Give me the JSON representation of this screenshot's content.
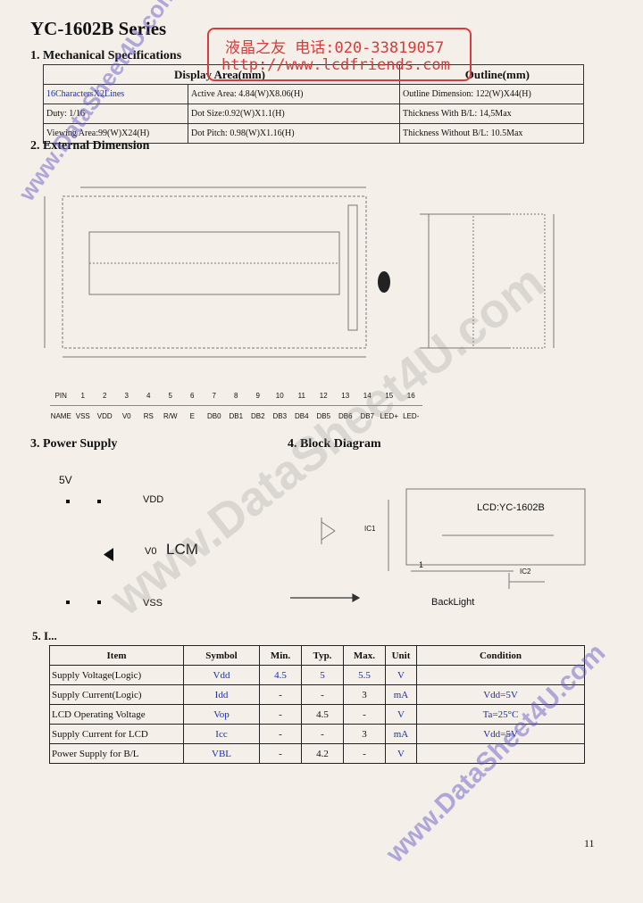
{
  "title": "YC-1602B Series",
  "sections": {
    "mechanical": "1. Mechanical Specifications",
    "external": "2. External Dimension",
    "power": "3. Power Supply",
    "block": "4. Block Diagram",
    "electrical": "5. I..."
  },
  "spec_table": {
    "headers": [
      "Display Area(mm)",
      "Outline(mm)"
    ],
    "rows": [
      [
        "16CharactersX2Lines",
        "Active Area: 4.84(W)X8.06(H)",
        "Outline Dimension: 122(W)X44(H)"
      ],
      [
        "Duty: 1/16",
        "Dot Size:0.92(W)X1.1(H)",
        "Thickness With B/L: 14,5Max"
      ],
      [
        "Viewing Area:99(W)X24(H)",
        "Dot Pitch: 0.98(W)X1.16(H)",
        "Thickness Without B/L: 10.5Max"
      ]
    ]
  },
  "pins": {
    "numbers": [
      "PIN",
      "1",
      "2",
      "3",
      "4",
      "5",
      "6",
      "7",
      "8",
      "9",
      "10",
      "11",
      "12",
      "13",
      "14",
      "15",
      "16"
    ],
    "names": [
      "NAME",
      "VSS",
      "VDD",
      "V0",
      "RS",
      "R/W",
      "E",
      "DB0",
      "DB1",
      "DB2",
      "DB3",
      "DB4",
      "DB5",
      "DB6",
      "DB7",
      "LED+",
      "LED-"
    ]
  },
  "power": {
    "v": "5V",
    "vdd": "VDD",
    "v0": "V0",
    "lcm": "LCM",
    "vss": "VSS"
  },
  "block": {
    "lcd": "LCD:YC-1602B",
    "ic1": "IC1",
    "ic2": "IC2",
    "n1": "1",
    "backlight": "BackLight"
  },
  "electrical": {
    "headers": [
      "Item",
      "Symbol",
      "Min.",
      "Typ.",
      "Max.",
      "Unit",
      "Condition"
    ],
    "rows": [
      [
        "Supply Voltage(Logic)",
        "Vdd",
        "4.5",
        "5",
        "5.5",
        "V",
        ""
      ],
      [
        "Supply Current(Logic)",
        "Idd",
        "-",
        "-",
        "3",
        "mA",
        "Vdd=5V"
      ],
      [
        "LCD Operating Voltage",
        "Vop",
        "-",
        "4.5",
        "-",
        "V",
        "Ta=25°C"
      ],
      [
        "Supply Current for LCD",
        "Icc",
        "-",
        "-",
        "3",
        "mA",
        "Vdd=5V"
      ],
      [
        "Power Supply for B/L",
        "VBL",
        "-",
        "4.2",
        "-",
        "V",
        ""
      ]
    ]
  },
  "stamp": {
    "line1": "液晶之友 电话:020-33819057",
    "line2": "http://www.lcdfriends.com"
  },
  "watermarks": [
    "www.DataSheet4U.com",
    "www.DataSheet4U.com",
    "www.DataSheet4U.com"
  ],
  "page_number": "11"
}
